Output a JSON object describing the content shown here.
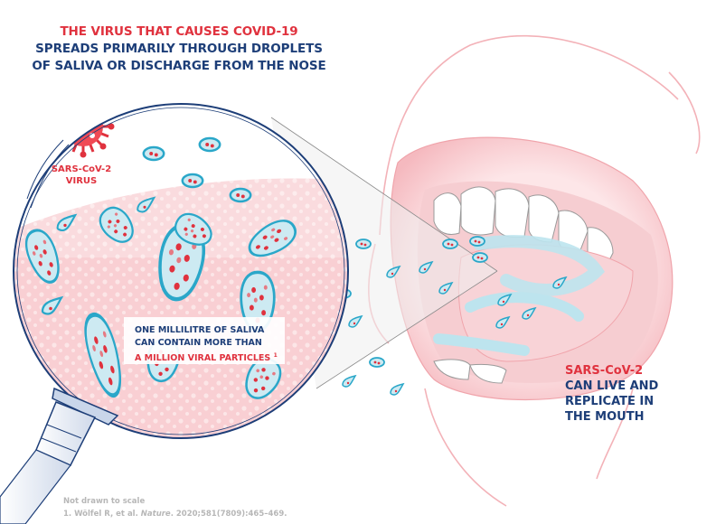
{
  "headline": {
    "line1": "THE VIRUS THAT CAUSES COVID-19",
    "line2": "SPREADS PRIMARILY THROUGH DROPLETS",
    "line3": "OF SALIVA OR DISCHARGE FROM THE NOSE"
  },
  "virus_label": {
    "line1": "SARS-CoV-2",
    "line2": "VIRUS"
  },
  "callout": {
    "line1": "ONE MILLILITRE OF SALIVA",
    "line2": "CAN CONTAIN MORE THAN",
    "line3": "A MILLION VIRAL PARTICLES",
    "ref_marker": "1"
  },
  "mouth_label": {
    "line1": "SARS-CoV-2",
    "line2": "CAN LIVE AND",
    "line3": "REPLICATE IN",
    "line4": "THE MOUTH"
  },
  "footnotes": {
    "disclaimer": "Not drawn to scale",
    "ref_prefix": "1. Wölfel R, et al. ",
    "ref_journal": "Nature",
    "ref_suffix": ". 2020;581(7809):465–469."
  },
  "colors": {
    "accent_red": "#e0323e",
    "navy": "#1d3e78",
    "droplet_blue": "#2aa7c9",
    "droplet_fill": "#bfe4ee",
    "saliva_pink": "#f7c9cc",
    "lip_pink": "#f4b8bd",
    "footnote_gray": "#b7b7b7"
  }
}
